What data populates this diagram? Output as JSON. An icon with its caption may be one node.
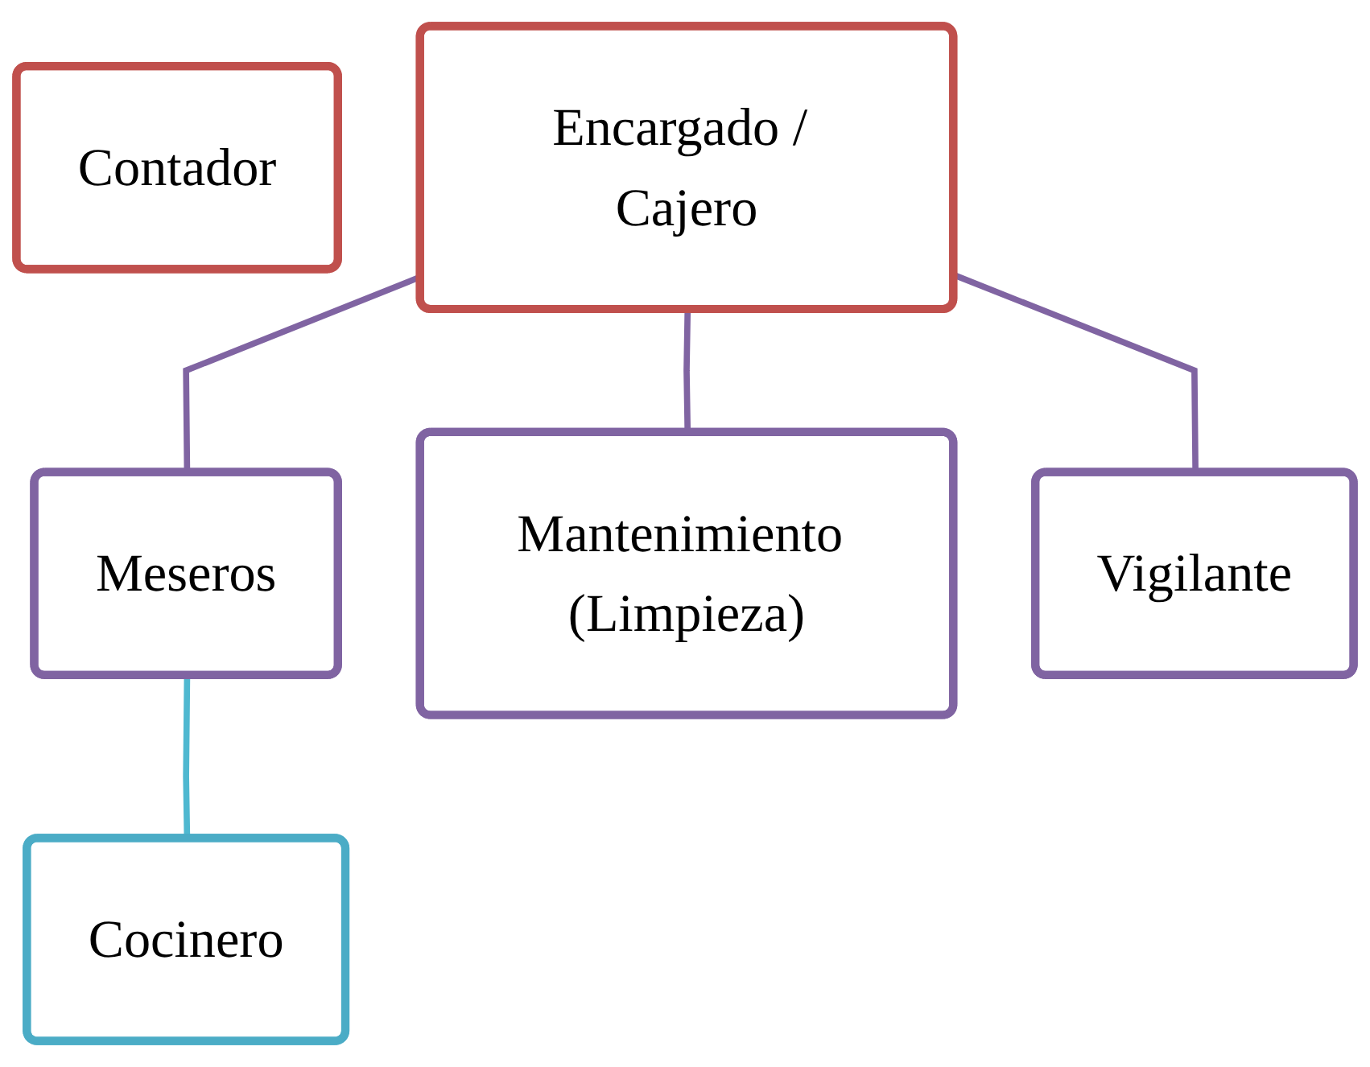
{
  "diagram": {
    "nodes": [
      {
        "text": [
          "Contador"
        ]
      },
      {
        "text": [
          "Encargado / Cajero"
        ]
      },
      {
        "text": [
          "Meseros"
        ]
      },
      {
        "text": [
          "Mantenimiento (Limpieza)"
        ]
      },
      {
        "text": [
          "Vigilante"
        ]
      },
      {
        "text": [
          "Cocinero"
        ]
      }
    ],
    "edges": [
      {
        "from": 1,
        "to": 2,
        "arrow": "none"
      },
      {
        "from": 1,
        "to": 3,
        "arrow": "none"
      },
      {
        "from": 1,
        "to": 4,
        "arrow": "none"
      },
      {
        "from": 2,
        "to": 5,
        "arrow": "none",
        "color": "#4fb8d0"
      }
    ]
  }
}
